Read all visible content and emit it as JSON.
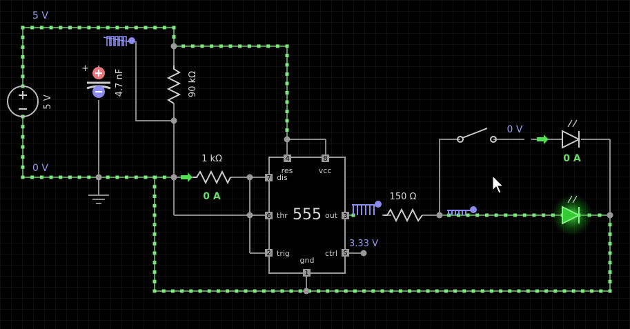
{
  "voltages": {
    "top_rail": "5 V",
    "bottom_rail": "0 V",
    "supply": "5 V",
    "ctrl": "3.33 V",
    "switch": "0 V"
  },
  "currents": {
    "resistor_1k": "0 A",
    "led_top": "0 A"
  },
  "components": {
    "capacitor": "4.7 nF",
    "r_top": "90 kΩ",
    "r_mid": "1 kΩ",
    "r_out": "150 Ω",
    "chip": "555",
    "cap_plus": "+"
  },
  "pins": {
    "p4": {
      "num": "4",
      "label": "res"
    },
    "p8": {
      "num": "8",
      "label": "vcc"
    },
    "p7": {
      "num": "7",
      "label": "dis"
    },
    "p6": {
      "num": "6",
      "label": "thr"
    },
    "p2": {
      "num": "2",
      "label": "trig"
    },
    "p3": {
      "num": "3",
      "label": "out"
    },
    "p5": {
      "num": "5",
      "label": "ctrl"
    },
    "p1": {
      "num": "1",
      "label": "gnd"
    }
  },
  "colors": {
    "live_wire": "#7de87d",
    "voltage_label": "#9a9af0",
    "current_label": "#66dd66",
    "led_on": "#33cc33"
  }
}
